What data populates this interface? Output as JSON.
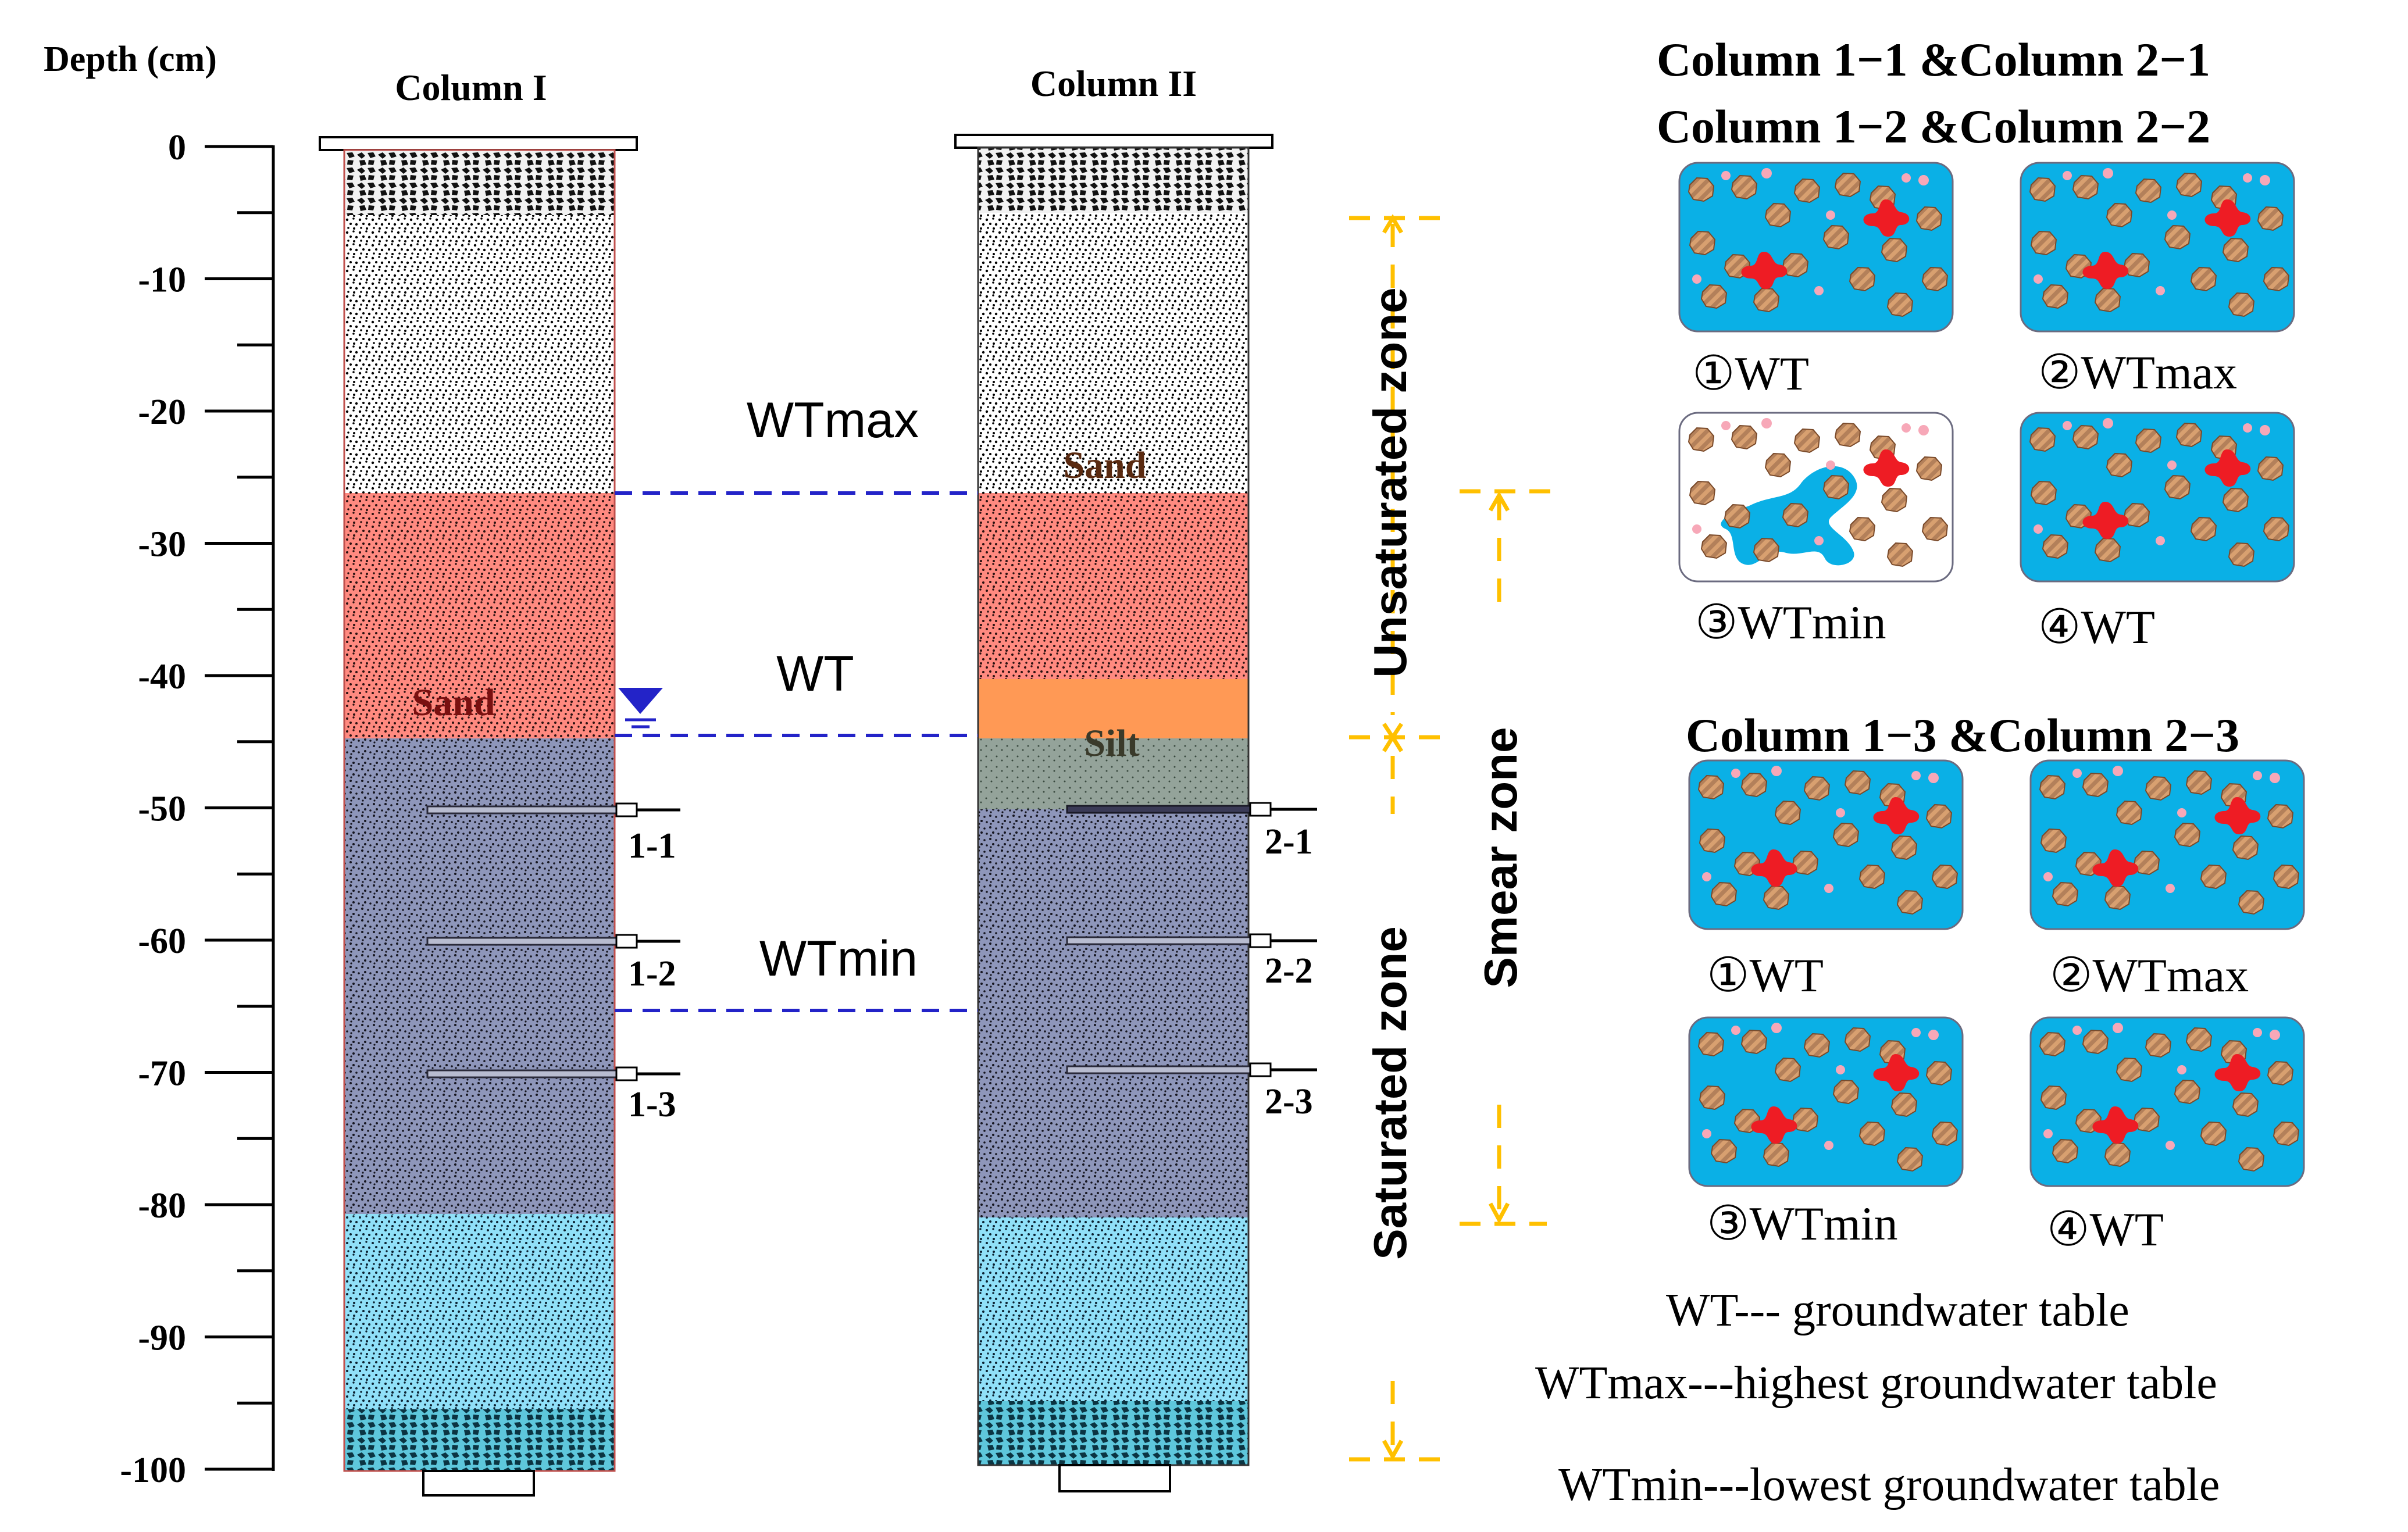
{
  "axis": {
    "title": "Depth (cm)",
    "ticks": [
      "0",
      "-10",
      "-20",
      "-30",
      "-40",
      "-50",
      "-60",
      "-70",
      "-80",
      "-90",
      "-100"
    ]
  },
  "columns": [
    {
      "title": "Column I",
      "layer_labels": [
        "Sand"
      ],
      "ports": [
        "1-1",
        "1-2",
        "1-3"
      ]
    },
    {
      "title": "Column II",
      "layer_labels": [
        "Sand",
        "Silt"
      ],
      "ports": [
        "2-1",
        "2-2",
        "2-3"
      ]
    }
  ],
  "levels": {
    "wtmax": "WTmax",
    "wt": "WT",
    "wtmin": "WTmin"
  },
  "zones": {
    "unsaturated": "Unsaturated zone",
    "smear": "Smear zone",
    "saturated": "Saturated zone"
  },
  "panels": {
    "heading1": "Column 1−1 &Column 2−1",
    "heading2": "Column 1−2 &Column 2−2",
    "heading3": "Column 1−3 &Column 2−3",
    "group1_captions": [
      "①WT",
      "②WTmax",
      "③WTmin",
      "④WT"
    ],
    "group2_captions": [
      "①WT",
      "②WTmax",
      "③WTmin",
      "④WT"
    ]
  },
  "legend": [
    "WT--- groundwater table",
    "WTmax---highest groundwater table",
    "WTmin---lowest groundwater table"
  ],
  "colors": {
    "gravel": "#d9d9d9",
    "sand_dry": "#ffffff",
    "sand_fluctuation": "#ff8a80",
    "silt_top": "#ff9955",
    "silt_bottom": "#94a39a",
    "sand_saturated": "#8e96ba",
    "sand_wet": "#90e0f8",
    "base_gravel": "#5ec7dc",
    "water_line": "#2323c8",
    "zone_marker": "#ffc000",
    "pore_water": "#0ab0e6",
    "sand_grain": "#b3805a",
    "contaminant": "#ee1c24",
    "bubble": "#f7a8b8"
  },
  "icons": {
    "water_table": "water-table-triangle-icon"
  }
}
